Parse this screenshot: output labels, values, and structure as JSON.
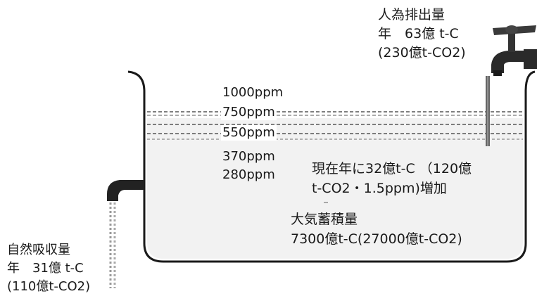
{
  "levels": {
    "l1000": "1000ppm",
    "l750": "750ppm",
    "l550": "550ppm",
    "l370": "370ppm",
    "l280": "280ppm"
  },
  "emission": {
    "title": "人為排出量",
    "line1": "年　63億 t-C",
    "line2": "(230億t-CO2)"
  },
  "increase": {
    "line1": "現在年に32億t-C （120億",
    "line2": "t-CO2・1.5ppm)増加"
  },
  "atmosphere": {
    "title": "大気蓄積量",
    "value": "7300億t-C(27000億t-CO2)"
  },
  "absorption": {
    "title": "自然吸収量",
    "line1": "年　31億 t-C",
    "line2": "(110億t-CO2)"
  },
  "colors": {
    "ink": "#1a1a1a",
    "water": "#f2f2f2",
    "dashes": "#555555"
  }
}
